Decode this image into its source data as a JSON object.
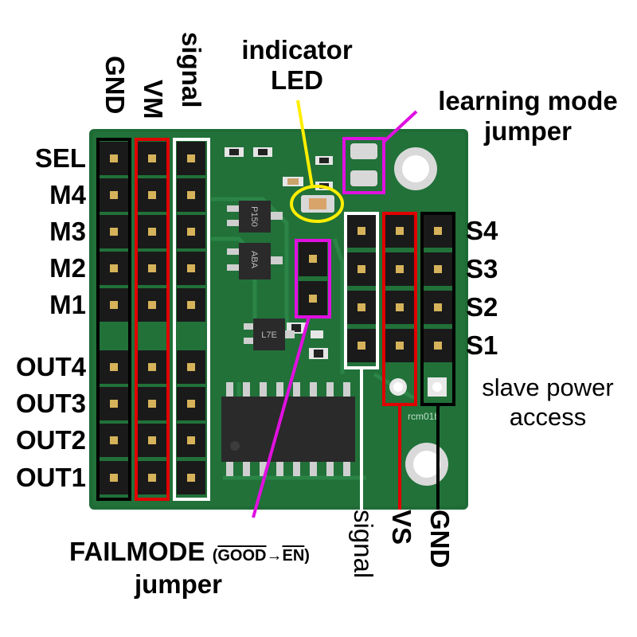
{
  "left_column_labels": {
    "gnd": "GND",
    "vm": "VM",
    "signal": "signal"
  },
  "left_pins": [
    "SEL",
    "M4",
    "M3",
    "M2",
    "M1",
    "OUT4",
    "OUT3",
    "OUT2",
    "OUT1"
  ],
  "right_pins": [
    "S4",
    "S3",
    "S2",
    "S1"
  ],
  "indicator_led": {
    "line1": "indicator",
    "line2": "LED"
  },
  "learning_mode": {
    "line1": "learning mode",
    "line2": "jumper"
  },
  "slave_power": {
    "line1": "slave power",
    "line2": "access"
  },
  "bottom_right_labels": {
    "signal": "signal",
    "vs": "VS",
    "gnd": "GND"
  },
  "failmode": {
    "main": "FAILMODE",
    "open_paren": "(",
    "good": "GOOD",
    "arrow": "→",
    "en": "EN",
    "close_paren": ")",
    "line2": "jumper"
  },
  "chip_text": {
    "rcm": "rcm01b",
    "ic1": "P150",
    "ic2": "ABA",
    "ic3": "L7E"
  },
  "colors": {
    "pcb": "#1f6b36",
    "gnd_box": "#000000",
    "vm_box": "#e00000",
    "signal_box": "#ffffff",
    "led_ring": "#ffee00",
    "jumper_box": "#e010e0"
  }
}
